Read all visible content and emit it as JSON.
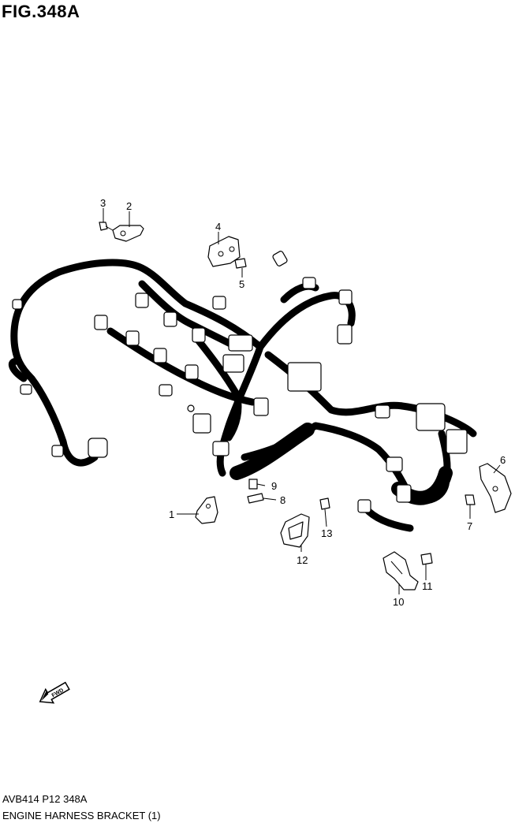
{
  "header": {
    "figure_title": "FIG.348A"
  },
  "footer": {
    "code": "AVB414 P12 348A",
    "name": "ENGINE HARNESS BRACKET (1)"
  },
  "direction_marker": {
    "label": "FWD",
    "icon": "fwd-arrow-icon"
  },
  "callouts": [
    {
      "id": "1",
      "label": "1"
    },
    {
      "id": "2",
      "label": "2"
    },
    {
      "id": "3",
      "label": "3"
    },
    {
      "id": "4",
      "label": "4"
    },
    {
      "id": "5",
      "label": "5"
    },
    {
      "id": "6",
      "label": "6"
    },
    {
      "id": "7",
      "label": "7"
    },
    {
      "id": "8",
      "label": "8"
    },
    {
      "id": "9",
      "label": "9"
    },
    {
      "id": "10",
      "label": "10"
    },
    {
      "id": "11",
      "label": "11"
    },
    {
      "id": "12",
      "label": "12"
    },
    {
      "id": "13",
      "label": "13"
    }
  ]
}
